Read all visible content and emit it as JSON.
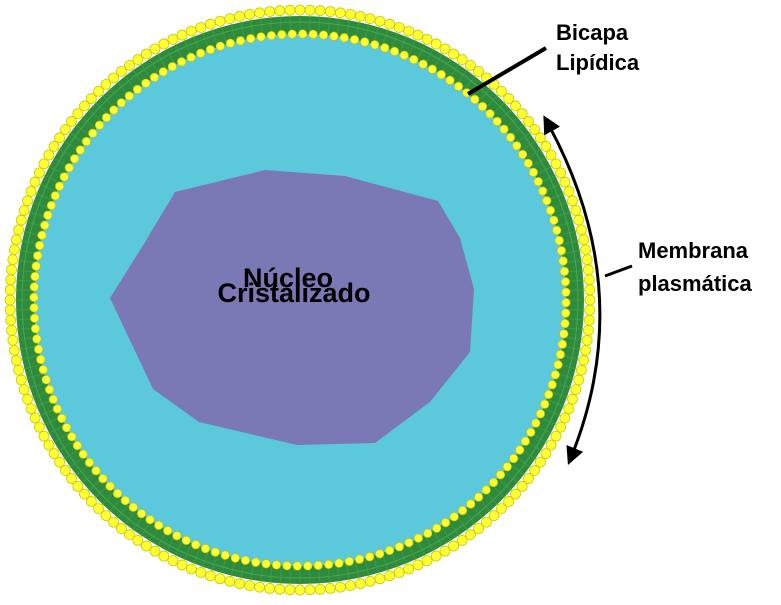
{
  "labels": {
    "bilayer_line1": "Bicapa",
    "bilayer_line2": "Lipídica",
    "membrane_line1": "Membrana",
    "membrane_line2": "plasmática",
    "nucleus_line1": "Núcleo",
    "nucleus_line2": "Cristalizado"
  },
  "colors": {
    "cytoplasm": "#5cc8dc",
    "nucleus": "#7b78b6",
    "lipid_tail": "#2e8b3e",
    "lipid_tail_light": "#49a54f",
    "lipid_head": "#ffff33",
    "lipid_head_stroke": "#c9c900",
    "text": "#000000",
    "pointer": "#000000"
  }
}
